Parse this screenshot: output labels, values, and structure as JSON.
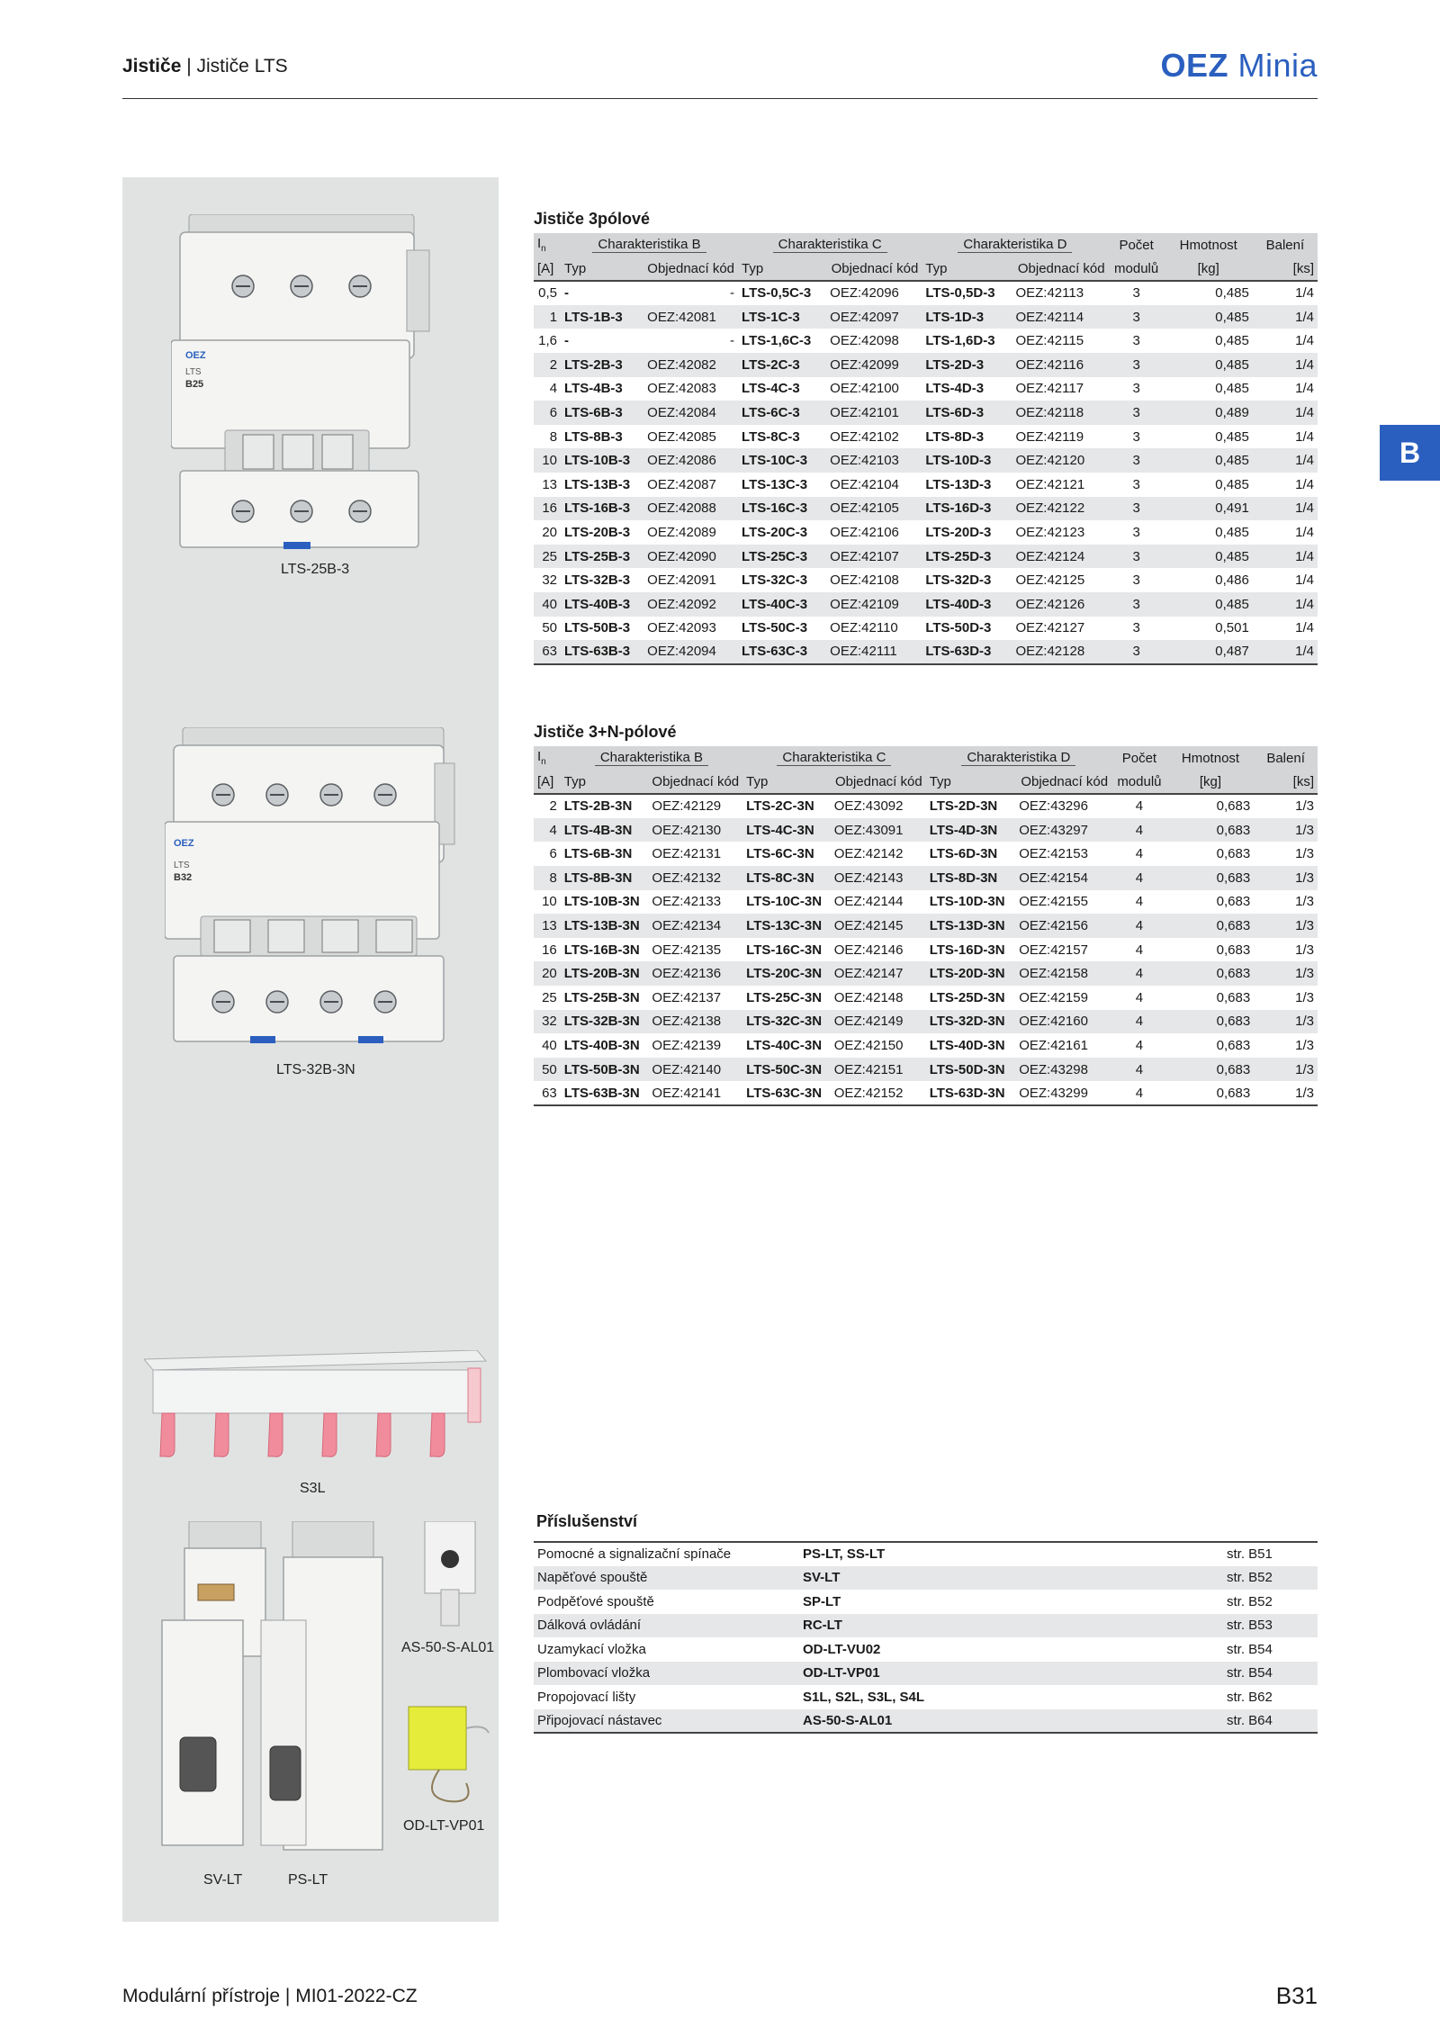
{
  "header": {
    "section": "Jističe",
    "subsection": "Jističe LTS",
    "brand_oez": "OEZ",
    "brand_minia": "Minia"
  },
  "side_tab": "B",
  "captions": {
    "lts25b3": "LTS-25B-3",
    "lts32b3n": "LTS-32B-3N",
    "s3l": "S3L",
    "as50": "AS-50-S-AL01",
    "odltvp01": "OD-LT-VP01",
    "svlt": "SV-LT",
    "pslt": "PS-LT"
  },
  "device_labels": {
    "logo": "OEZ",
    "series": "LTS",
    "rating_3p": "B25",
    "rating_3n": "B32"
  },
  "headers": {
    "in": "I",
    "in_sub": "n",
    "char_b": "Charakteristika B",
    "char_c": "Charakteristika C",
    "char_d": "Charakteristika D",
    "pocet": "Počet",
    "hmotnost": "Hmotnost",
    "baleni": "Balení",
    "unit_a": "[A]",
    "typ": "Typ",
    "obj": "Objednací kód",
    "modulu": "modulů",
    "unit_kg": "[kg]",
    "unit_ks": "[ks]"
  },
  "table3p": {
    "title": "Jističe 3pólové",
    "rows": [
      [
        "0,5",
        "-",
        "-",
        "LTS-0,5C-3",
        "OEZ:42096",
        "LTS-0,5D-3",
        "OEZ:42113",
        "3",
        "0,485",
        "1/4"
      ],
      [
        "1",
        "LTS-1B-3",
        "OEZ:42081",
        "LTS-1C-3",
        "OEZ:42097",
        "LTS-1D-3",
        "OEZ:42114",
        "3",
        "0,485",
        "1/4"
      ],
      [
        "1,6",
        "-",
        "-",
        "LTS-1,6C-3",
        "OEZ:42098",
        "LTS-1,6D-3",
        "OEZ:42115",
        "3",
        "0,485",
        "1/4"
      ],
      [
        "2",
        "LTS-2B-3",
        "OEZ:42082",
        "LTS-2C-3",
        "OEZ:42099",
        "LTS-2D-3",
        "OEZ:42116",
        "3",
        "0,485",
        "1/4"
      ],
      [
        "4",
        "LTS-4B-3",
        "OEZ:42083",
        "LTS-4C-3",
        "OEZ:42100",
        "LTS-4D-3",
        "OEZ:42117",
        "3",
        "0,485",
        "1/4"
      ],
      [
        "6",
        "LTS-6B-3",
        "OEZ:42084",
        "LTS-6C-3",
        "OEZ:42101",
        "LTS-6D-3",
        "OEZ:42118",
        "3",
        "0,489",
        "1/4"
      ],
      [
        "8",
        "LTS-8B-3",
        "OEZ:42085",
        "LTS-8C-3",
        "OEZ:42102",
        "LTS-8D-3",
        "OEZ:42119",
        "3",
        "0,485",
        "1/4"
      ],
      [
        "10",
        "LTS-10B-3",
        "OEZ:42086",
        "LTS-10C-3",
        "OEZ:42103",
        "LTS-10D-3",
        "OEZ:42120",
        "3",
        "0,485",
        "1/4"
      ],
      [
        "13",
        "LTS-13B-3",
        "OEZ:42087",
        "LTS-13C-3",
        "OEZ:42104",
        "LTS-13D-3",
        "OEZ:42121",
        "3",
        "0,485",
        "1/4"
      ],
      [
        "16",
        "LTS-16B-3",
        "OEZ:42088",
        "LTS-16C-3",
        "OEZ:42105",
        "LTS-16D-3",
        "OEZ:42122",
        "3",
        "0,491",
        "1/4"
      ],
      [
        "20",
        "LTS-20B-3",
        "OEZ:42089",
        "LTS-20C-3",
        "OEZ:42106",
        "LTS-20D-3",
        "OEZ:42123",
        "3",
        "0,485",
        "1/4"
      ],
      [
        "25",
        "LTS-25B-3",
        "OEZ:42090",
        "LTS-25C-3",
        "OEZ:42107",
        "LTS-25D-3",
        "OEZ:42124",
        "3",
        "0,485",
        "1/4"
      ],
      [
        "32",
        "LTS-32B-3",
        "OEZ:42091",
        "LTS-32C-3",
        "OEZ:42108",
        "LTS-32D-3",
        "OEZ:42125",
        "3",
        "0,486",
        "1/4"
      ],
      [
        "40",
        "LTS-40B-3",
        "OEZ:42092",
        "LTS-40C-3",
        "OEZ:42109",
        "LTS-40D-3",
        "OEZ:42126",
        "3",
        "0,485",
        "1/4"
      ],
      [
        "50",
        "LTS-50B-3",
        "OEZ:42093",
        "LTS-50C-3",
        "OEZ:42110",
        "LTS-50D-3",
        "OEZ:42127",
        "3",
        "0,501",
        "1/4"
      ],
      [
        "63",
        "LTS-63B-3",
        "OEZ:42094",
        "LTS-63C-3",
        "OEZ:42111",
        "LTS-63D-3",
        "OEZ:42128",
        "3",
        "0,487",
        "1/4"
      ]
    ]
  },
  "table3n": {
    "title": "Jističe 3+N-pólové",
    "rows": [
      [
        "2",
        "LTS-2B-3N",
        "OEZ:42129",
        "LTS-2C-3N",
        "OEZ:43092",
        "LTS-2D-3N",
        "OEZ:43296",
        "4",
        "0,683",
        "1/3"
      ],
      [
        "4",
        "LTS-4B-3N",
        "OEZ:42130",
        "LTS-4C-3N",
        "OEZ:43091",
        "LTS-4D-3N",
        "OEZ:43297",
        "4",
        "0,683",
        "1/3"
      ],
      [
        "6",
        "LTS-6B-3N",
        "OEZ:42131",
        "LTS-6C-3N",
        "OEZ:42142",
        "LTS-6D-3N",
        "OEZ:42153",
        "4",
        "0,683",
        "1/3"
      ],
      [
        "8",
        "LTS-8B-3N",
        "OEZ:42132",
        "LTS-8C-3N",
        "OEZ:42143",
        "LTS-8D-3N",
        "OEZ:42154",
        "4",
        "0,683",
        "1/3"
      ],
      [
        "10",
        "LTS-10B-3N",
        "OEZ:42133",
        "LTS-10C-3N",
        "OEZ:42144",
        "LTS-10D-3N",
        "OEZ:42155",
        "4",
        "0,683",
        "1/3"
      ],
      [
        "13",
        "LTS-13B-3N",
        "OEZ:42134",
        "LTS-13C-3N",
        "OEZ:42145",
        "LTS-13D-3N",
        "OEZ:42156",
        "4",
        "0,683",
        "1/3"
      ],
      [
        "16",
        "LTS-16B-3N",
        "OEZ:42135",
        "LTS-16C-3N",
        "OEZ:42146",
        "LTS-16D-3N",
        "OEZ:42157",
        "4",
        "0,683",
        "1/3"
      ],
      [
        "20",
        "LTS-20B-3N",
        "OEZ:42136",
        "LTS-20C-3N",
        "OEZ:42147",
        "LTS-20D-3N",
        "OEZ:42158",
        "4",
        "0,683",
        "1/3"
      ],
      [
        "25",
        "LTS-25B-3N",
        "OEZ:42137",
        "LTS-25C-3N",
        "OEZ:42148",
        "LTS-25D-3N",
        "OEZ:42159",
        "4",
        "0,683",
        "1/3"
      ],
      [
        "32",
        "LTS-32B-3N",
        "OEZ:42138",
        "LTS-32C-3N",
        "OEZ:42149",
        "LTS-32D-3N",
        "OEZ:42160",
        "4",
        "0,683",
        "1/3"
      ],
      [
        "40",
        "LTS-40B-3N",
        "OEZ:42139",
        "LTS-40C-3N",
        "OEZ:42150",
        "LTS-40D-3N",
        "OEZ:42161",
        "4",
        "0,683",
        "1/3"
      ],
      [
        "50",
        "LTS-50B-3N",
        "OEZ:42140",
        "LTS-50C-3N",
        "OEZ:42151",
        "LTS-50D-3N",
        "OEZ:43298",
        "4",
        "0,683",
        "1/3"
      ],
      [
        "63",
        "LTS-63B-3N",
        "OEZ:42141",
        "LTS-63C-3N",
        "OEZ:42152",
        "LTS-63D-3N",
        "OEZ:43299",
        "4",
        "0,683",
        "1/3"
      ]
    ]
  },
  "accessories": {
    "title": "Příslušenství",
    "rows": [
      [
        "Pomocné a signalizační spínače",
        "PS-LT, SS-LT",
        "str. B51"
      ],
      [
        "Napěťové spouště",
        "SV-LT",
        "str. B52"
      ],
      [
        "Podpěťové spouště",
        "SP-LT",
        "str. B52"
      ],
      [
        "Dálková ovládání",
        "RC-LT",
        "str. B53"
      ],
      [
        "Uzamykací vložka",
        "OD-LT-VU02",
        "str. B54"
      ],
      [
        "Plombovací vložka",
        "OD-LT-VP01",
        "str. B54"
      ],
      [
        "Propojovací lišty",
        "S1L, S2L, S3L, S4L",
        "str. B62"
      ],
      [
        "Připojovací nástavec",
        "AS-50-S-AL01",
        "str. B64"
      ]
    ]
  },
  "footer": {
    "left": "Modulární přístroje | MI01-2022-CZ",
    "page": "B31"
  },
  "colors": {
    "brand_blue": "#2a5fbf",
    "panel_grey": "#e1e3e3",
    "row_stripe": "#e6e7e8",
    "busbar_pink": "#f08c9c",
    "yellow_seal": "#e6ec3a"
  }
}
